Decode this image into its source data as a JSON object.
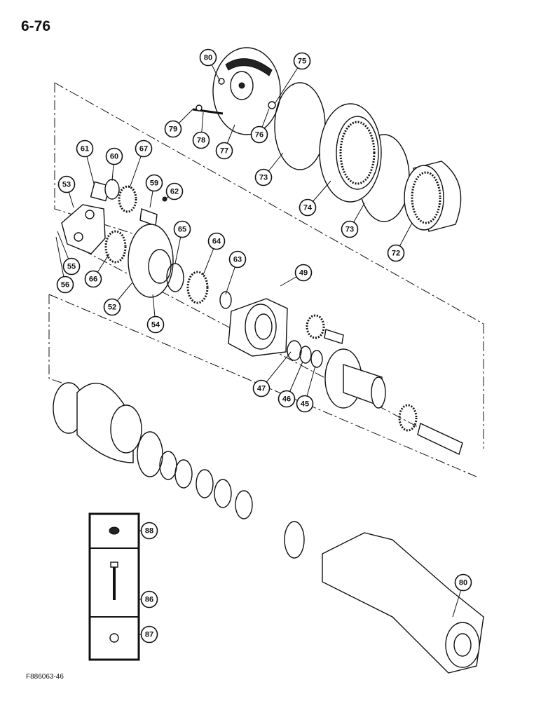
{
  "page_number": "6-76",
  "figure_code": "F886063-46",
  "callouts": [
    "80",
    "75",
    "79",
    "78",
    "77",
    "76",
    "73",
    "74",
    "61",
    "60",
    "67",
    "59",
    "62",
    "53",
    "73",
    "72",
    "65",
    "64",
    "63",
    "49",
    "55",
    "66",
    "56",
    "52",
    "54",
    "47",
    "46",
    "45",
    "88",
    "86",
    "87",
    "80"
  ]
}
